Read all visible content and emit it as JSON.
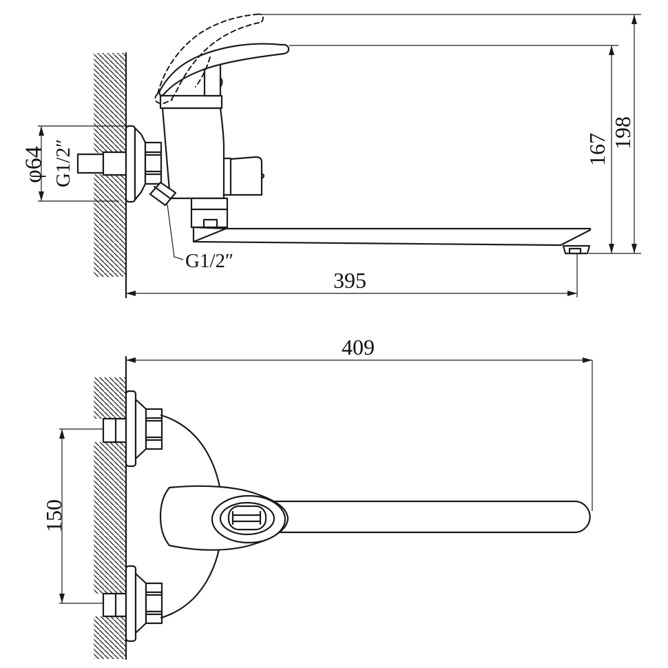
{
  "drawing": {
    "type": "technical-dimension-drawing",
    "subject": "wall-mounted single-lever bath mixer faucet, two orthographic views",
    "line_color": "#1a1a1a",
    "background": "#ffffff",
    "side_view": {
      "labels": {
        "escutcheon_diameter": "φ64",
        "inlet_thread": "G1/2″",
        "shower_outlet_thread": "G1/2″",
        "spout_height": "167",
        "total_height": "198",
        "spout_reach": "395"
      }
    },
    "plan_view": {
      "labels": {
        "total_reach": "409",
        "inlet_center_distance": "150"
      }
    }
  }
}
